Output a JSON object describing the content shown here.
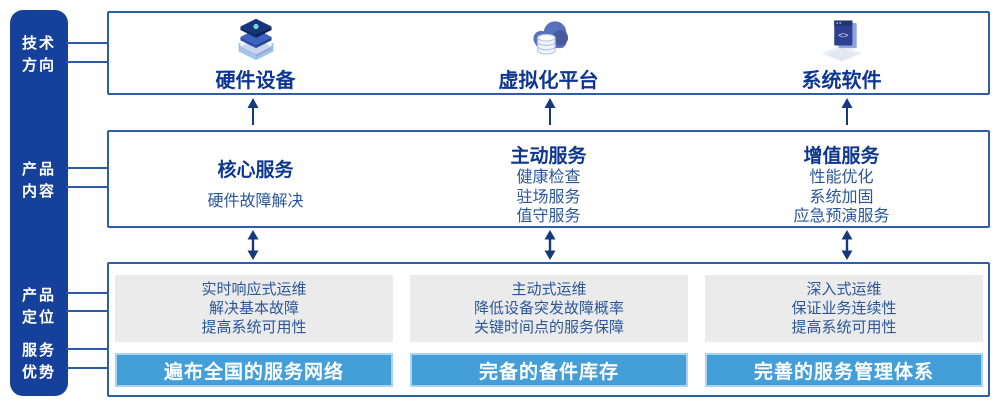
{
  "colors": {
    "rail_blue": "#15419B",
    "panel_border_blue": "#2E5EA8",
    "heading_blue": "#0D3692",
    "body_blue": "#2B579A",
    "banner_blue": "#449FD9",
    "banner_edge_blue": "#A9D4EF",
    "card_gray": "#EBEBEB",
    "arrow_navy": "#16387F"
  },
  "rail": {
    "items": [
      {
        "label": "技术\n方向"
      },
      {
        "label": "产品\n内容"
      },
      {
        "label": "产品\n定位"
      },
      {
        "label": "服务\n优势"
      }
    ]
  },
  "tech_row": {
    "columns": [
      {
        "icon": "server-stack-icon",
        "label": "硬件设备"
      },
      {
        "icon": "cloud-database-icon",
        "label": "虚拟化平台"
      },
      {
        "icon": "code-window-icon",
        "label": "系统软件"
      }
    ]
  },
  "content_row": {
    "columns": [
      {
        "heading": "核心服务",
        "items": [
          "硬件故障解决"
        ]
      },
      {
        "heading": "主动服务",
        "items": [
          "健康检查",
          "驻场服务",
          "值守服务"
        ]
      },
      {
        "heading": "增值服务",
        "items": [
          "性能优化",
          "系统加固",
          "应急预演服务"
        ]
      }
    ]
  },
  "positioning_row": {
    "columns": [
      {
        "lines": [
          "实时响应式运维",
          "解决基本故障",
          "提高系统可用性"
        ],
        "banner": "遍布全国的服务网络"
      },
      {
        "lines": [
          "主动式运维",
          "降低设备突发故障概率",
          "关键时间点的服务保障"
        ],
        "banner": "完备的备件库存"
      },
      {
        "lines": [
          "深入式运维",
          "保证业务连续性",
          "提高系统可用性"
        ],
        "banner": "完善的服务管理体系"
      }
    ]
  }
}
